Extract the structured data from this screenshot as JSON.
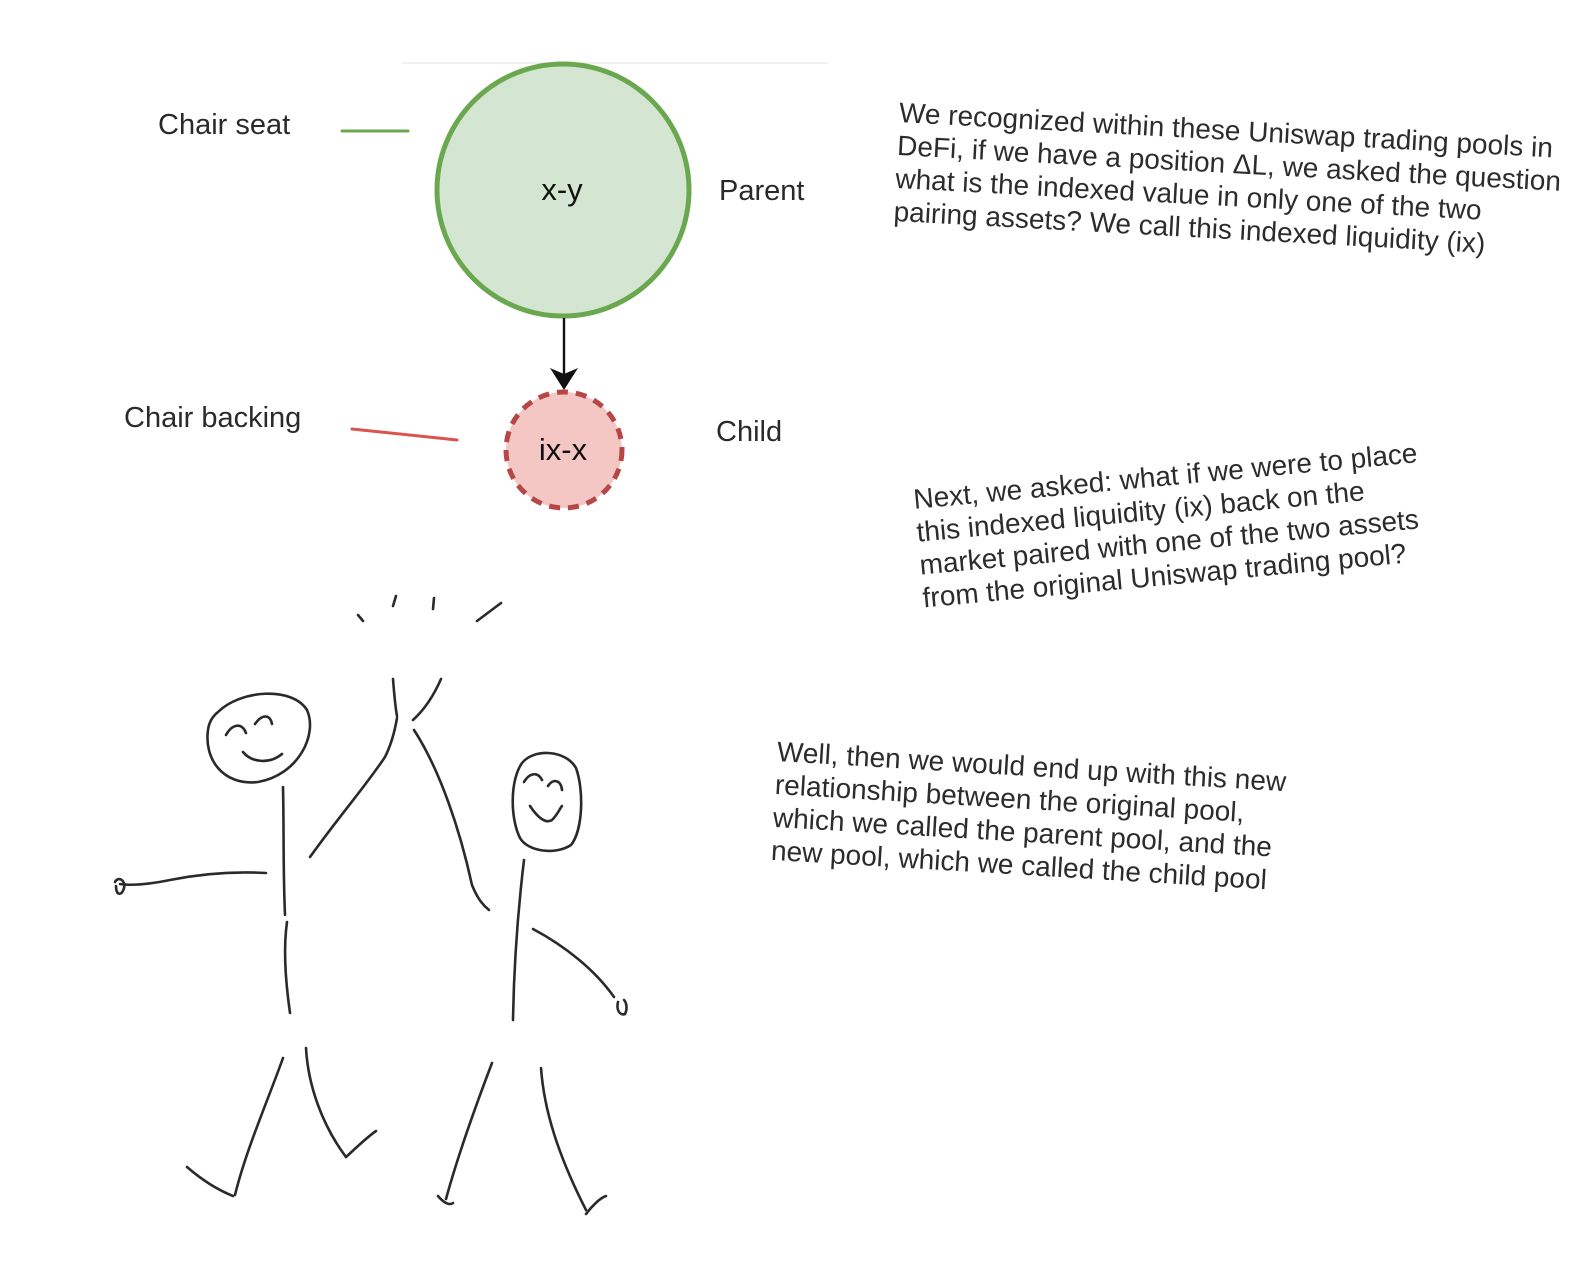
{
  "diagram": {
    "parent_node": {
      "text": "x-y",
      "role_label": "Parent",
      "fill": "#d4e6d1",
      "stroke": "#6aa84f"
    },
    "child_node": {
      "text": "ix-x",
      "role_label": "Child",
      "fill": "#f4c7c5",
      "stroke": "#b64746"
    },
    "legend": {
      "seat_label": "Chair seat",
      "seat_color": "#6aa84f",
      "backing_label": "Chair backing",
      "backing_color": "#d9534f"
    }
  },
  "notes": [
    "We recognized within these Uniswap trading pools in DeFi, if we have a position ΔL, we asked the question what is the indexed value in only one of the two pairing assets? We call this indexed liquidity (ix)",
    "Next, we asked: what if we were to place this indexed liquidity (ix) back on the market paired with one of the two assets from the original Uniswap trading pool?",
    "Well, then we would end up with this new relationship between the original pool, which we called the parent pool, and the new pool, which we called the child pool"
  ]
}
